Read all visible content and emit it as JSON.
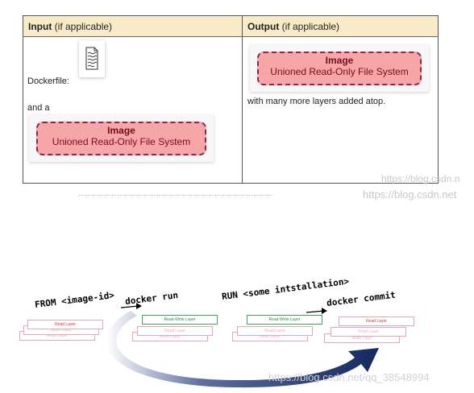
{
  "table": {
    "input_header_bold": "Input",
    "input_header_rest": " (if applicable)",
    "output_header_bold": "Output",
    "output_header_rest": " (if applicable)",
    "dockerfile_label": "Dockerfile:",
    "and_a_label": "and a",
    "image_title": "Image",
    "image_subtitle": "Unioned Read-Only File System",
    "output_note": "with many more layers added atop."
  },
  "watermarks": {
    "top_1": "https://blog.csdn.n",
    "top_2": "https://blog.csdn.net",
    "bottom": "https://blog.csdn.net/qq_38548994"
  },
  "diagram": {
    "cmd_from": "FROM <image-id>",
    "cmd_run": "docker run",
    "cmd_install": "RUN <some intstallation>",
    "cmd_commit": "docker commit",
    "read_layer": "Read Layer",
    "read_write_layer": "Read-Write Layer",
    "colors": {
      "arrow": "#1c3470",
      "read_border": "#e7a6b8",
      "rw_border": "#3aa35a"
    }
  }
}
